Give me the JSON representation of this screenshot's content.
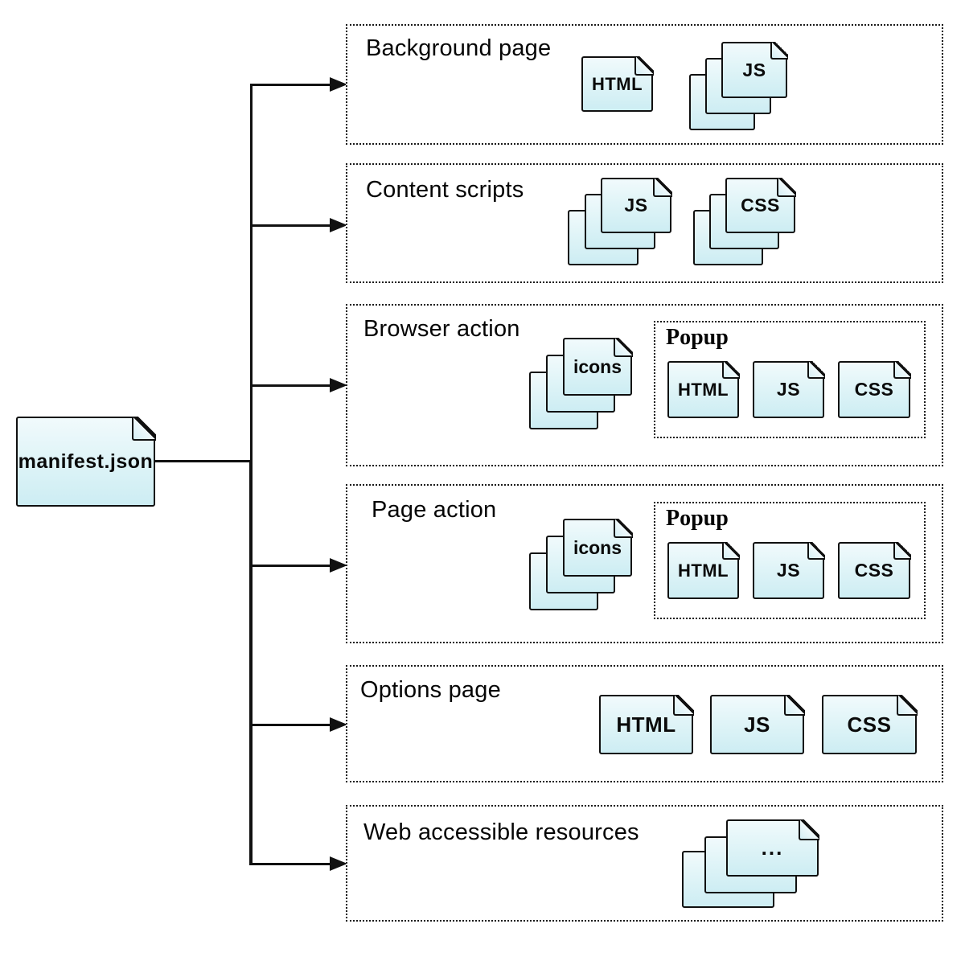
{
  "manifest": {
    "label": "manifest.json"
  },
  "sections": [
    {
      "label": "Background page",
      "files": {
        "html": "HTML",
        "js": "JS"
      }
    },
    {
      "label": "Content scripts",
      "files": {
        "js": "JS",
        "css": "CSS"
      }
    },
    {
      "label": "Browser action",
      "files": {
        "icons": "icons"
      },
      "popup": {
        "label": "Popup",
        "files": {
          "html": "HTML",
          "js": "JS",
          "css": "CSS"
        }
      }
    },
    {
      "label": "Page action",
      "files": {
        "icons": "icons"
      },
      "popup": {
        "label": "Popup",
        "files": {
          "html": "HTML",
          "js": "JS",
          "css": "CSS"
        }
      }
    },
    {
      "label": "Options page",
      "files": {
        "html": "HTML",
        "js": "JS",
        "css": "CSS"
      }
    },
    {
      "label": "Web accessible resources",
      "files": {
        "more": "..."
      }
    }
  ],
  "colors": {
    "background": "#ffffff",
    "file_fill_top": "#f1fafc",
    "file_fill_bottom": "#cdedf3",
    "file_border": "#101010",
    "box_border": "#1a1a1a",
    "connector": "#111111",
    "text": "#050505"
  }
}
